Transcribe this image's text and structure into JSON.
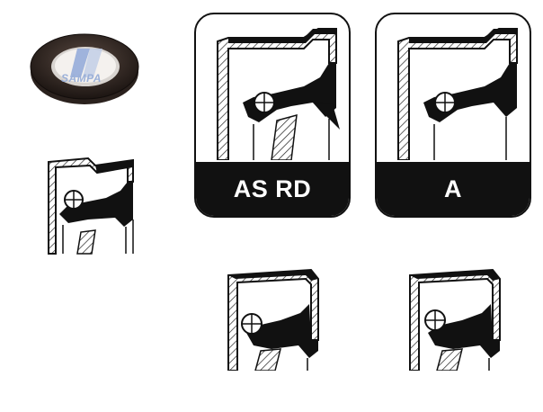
{
  "photo": {
    "logo_text": "SAMPA"
  },
  "cards": [
    {
      "label": "AS RD"
    },
    {
      "label": "A"
    }
  ]
}
